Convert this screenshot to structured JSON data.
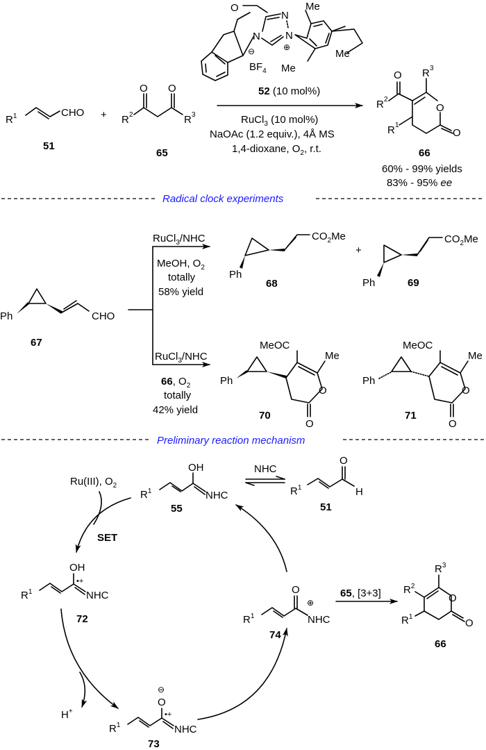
{
  "colors": {
    "section_header": "#1a1aff",
    "ink": "#000000"
  },
  "scheme1": {
    "reactant_a": {
      "label": "51",
      "r_group": "R",
      "r_sup": "1",
      "group": "CHO"
    },
    "plus": "+",
    "reactant_b": {
      "label": "65",
      "r2": "R",
      "r2_sup": "2",
      "r3": "R",
      "r3_sup": "3",
      "o1": "O",
      "o2": "O"
    },
    "catalyst": {
      "label": "52",
      "loading": " (10 mol%)",
      "o_atom": "O",
      "n1": "N",
      "n2": "N",
      "n3": "N",
      "me_top": "Me",
      "me_right": "Me",
      "me_bottom": "Me",
      "counterion": "BF",
      "counterion_sub": "4",
      "minus": "⊖",
      "plus": "⊕"
    },
    "conditions": [
      {
        "text": "RuCl",
        "sub": "3",
        "rest": " (10 mol%)"
      },
      {
        "text": "NaOAc (1.2 equiv.), 4Å MS"
      },
      {
        "text": "1,4-dioxane, O",
        "sub": "2",
        "rest": ", r.t."
      }
    ],
    "product": {
      "label": "66",
      "o_exo": "O",
      "o_ring": "O",
      "o_carbonyl": "O",
      "r1": "R",
      "r1_sup": "1",
      "r2": "R",
      "r2_sup": "2",
      "r3": "R",
      "r3_sup": "3",
      "yields": "60% - 99% yields",
      "ee_value": "83% - 95% ",
      "ee_unit": "ee"
    }
  },
  "section_headers": {
    "radical_clock": "Radical clock experiments",
    "mechanism": "Preliminary reaction mechanism"
  },
  "scheme2": {
    "substrate": {
      "label": "67",
      "ph": "Ph",
      "group": "CHO"
    },
    "upper": {
      "reagent": "RuCl",
      "reagent_sub": "3",
      "reagent_rest": "/NHC",
      "line2": "MeOH, O",
      "line2_sub": "2",
      "line3": "totally",
      "line4": "58% yield"
    },
    "lower": {
      "reagent": "RuCl",
      "reagent_sub": "3",
      "reagent_rest": "/NHC",
      "line2_bold": "66",
      "line2": ", O",
      "line2_sub": "2",
      "line3": "totally",
      "line4": "42% yield"
    },
    "products_upper": [
      {
        "label": "68",
        "ph": "Ph",
        "group": "CO",
        "group_sub": "2",
        "group_rest": "Me"
      },
      {
        "label": "69",
        "ph": "Ph",
        "group": "CO",
        "group_sub": "2",
        "group_rest": "Me"
      }
    ],
    "plus": "+",
    "products_lower": [
      {
        "label": "70",
        "ph": "Ph",
        "acyl": "MeOC",
        "me": "Me",
        "o_ring": "O",
        "o_carbonyl": "O"
      },
      {
        "label": "71",
        "ph": "Ph",
        "acyl": "MeOC",
        "me": "Me",
        "o_ring": "O",
        "o_carbonyl": "O"
      }
    ]
  },
  "mechanism": {
    "oxidant": {
      "text": "Ru(III), O",
      "sub": "2"
    },
    "set_label": "SET",
    "nhc_equilibrium": "NHC",
    "int55": {
      "label": "55",
      "r": "R",
      "r_sup": "1",
      "oh": "OH",
      "nhc": "NHC"
    },
    "ald51": {
      "label": "51",
      "r": "R",
      "r_sup": "1",
      "o": "O",
      "h": "H"
    },
    "int72": {
      "label": "72",
      "r": "R",
      "r_sup": "1",
      "oh": "OH",
      "charge": "•+",
      "nhc": "NHC"
    },
    "proton": {
      "text": "H",
      "sup": "+"
    },
    "int73": {
      "label": "73",
      "r": "R",
      "r_sup": "1",
      "o": "O",
      "minus": "⊖",
      "charge": "•+",
      "nhc": "NHC"
    },
    "int74": {
      "label": "74",
      "r": "R",
      "r_sup": "1",
      "o": "O",
      "plus": "⊕",
      "nhc": "NHC"
    },
    "annulation": {
      "reagent_bold": "65",
      "text": ", [3+3]"
    },
    "product66": {
      "label": "66",
      "r1": "R",
      "r1_sup": "1",
      "r2": "R",
      "r2_sup": "2",
      "r3": "R",
      "r3_sup": "3",
      "o_ring": "O",
      "o_carbonyl": "O"
    }
  }
}
